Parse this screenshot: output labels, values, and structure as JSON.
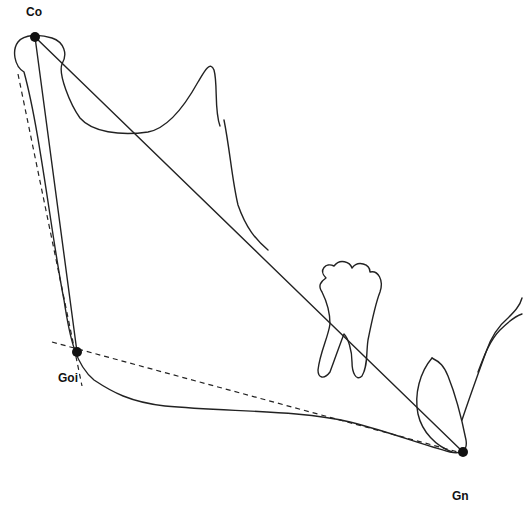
{
  "diagram": {
    "labels": [
      "Co",
      "Goi",
      "Gn"
    ]
  }
}
